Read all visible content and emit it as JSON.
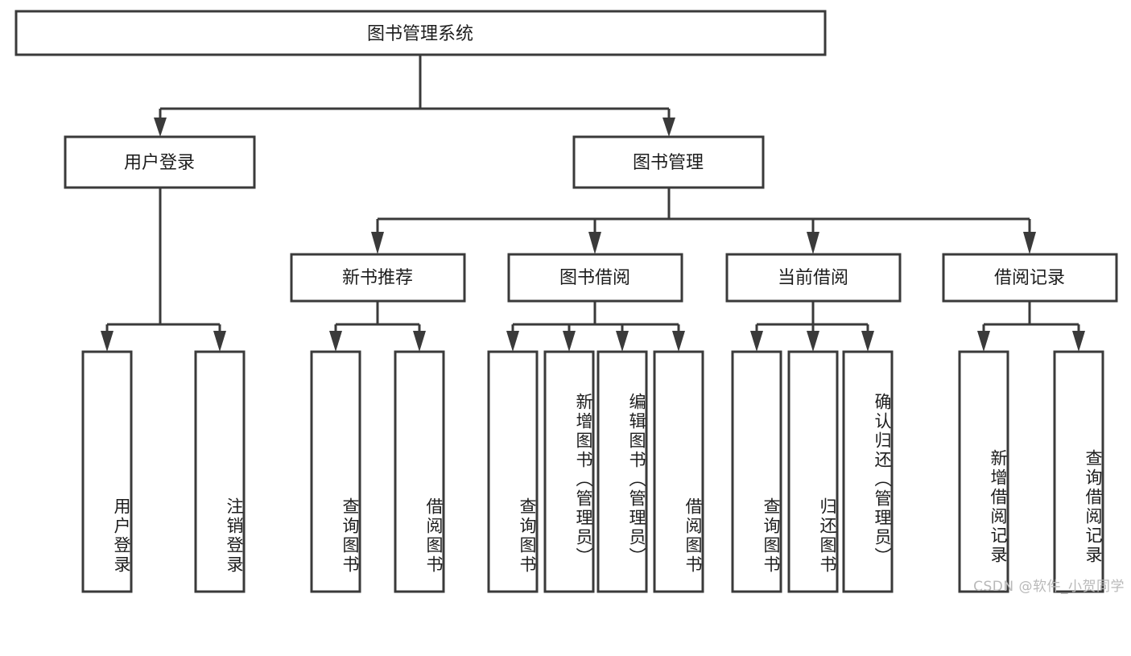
{
  "diagram": {
    "type": "tree-hierarchy-chart",
    "title": "图书管理系统",
    "background_color": "#ffffff",
    "line_color": "#3a3a3a",
    "text_color": "#1d1d1d",
    "root": {
      "id": "root",
      "label": "图书管理系统",
      "orientation": "horizontal"
    },
    "level2": [
      {
        "id": "user-login",
        "label": "用户登录",
        "orientation": "horizontal"
      },
      {
        "id": "book-manage",
        "label": "图书管理",
        "orientation": "horizontal"
      }
    ],
    "level3": [
      {
        "id": "new-book-recommend",
        "label": "新书推荐",
        "orientation": "horizontal"
      },
      {
        "id": "book-borrow",
        "label": "图书借阅",
        "orientation": "horizontal"
      },
      {
        "id": "current-borrow",
        "label": "当前借阅",
        "orientation": "horizontal"
      },
      {
        "id": "borrow-record",
        "label": "借阅记录",
        "orientation": "horizontal"
      }
    ],
    "leaves": [
      {
        "id": "leaf-user-login",
        "label": "用户登录",
        "parent": "user-login",
        "orientation": "vertical"
      },
      {
        "id": "leaf-logout-login",
        "label": "注销登录",
        "parent": "user-login",
        "orientation": "vertical"
      },
      {
        "id": "leaf-query-book-1",
        "label": "查询图书",
        "parent": "new-book-recommend",
        "orientation": "vertical"
      },
      {
        "id": "leaf-borrow-book-1",
        "label": "借阅图书",
        "parent": "new-book-recommend",
        "orientation": "vertical"
      },
      {
        "id": "leaf-query-book-2",
        "label": "查询图书",
        "parent": "book-borrow",
        "orientation": "vertical"
      },
      {
        "id": "leaf-add-book",
        "label": "新增图书（管理员）",
        "parent": "book-borrow",
        "orientation": "vertical"
      },
      {
        "id": "leaf-edit-book",
        "label": "编辑图书（管理员）",
        "parent": "book-borrow",
        "orientation": "vertical"
      },
      {
        "id": "leaf-borrow-book-2",
        "label": "借阅图书",
        "parent": "book-borrow",
        "orientation": "vertical"
      },
      {
        "id": "leaf-query-book-3",
        "label": "查询图书",
        "parent": "current-borrow",
        "orientation": "vertical"
      },
      {
        "id": "leaf-return-book",
        "label": "归还图书",
        "parent": "current-borrow",
        "orientation": "vertical"
      },
      {
        "id": "leaf-confirm-return",
        "label": "确认归还（管理员）",
        "parent": "current-borrow",
        "orientation": "vertical"
      },
      {
        "id": "leaf-add-record",
        "label": "新增借阅记录",
        "parent": "borrow-record",
        "orientation": "vertical"
      },
      {
        "id": "leaf-query-record",
        "label": "查询借阅记录",
        "parent": "borrow-record",
        "orientation": "vertical"
      }
    ],
    "watermark": "CSDN @软件_小贺同学"
  }
}
